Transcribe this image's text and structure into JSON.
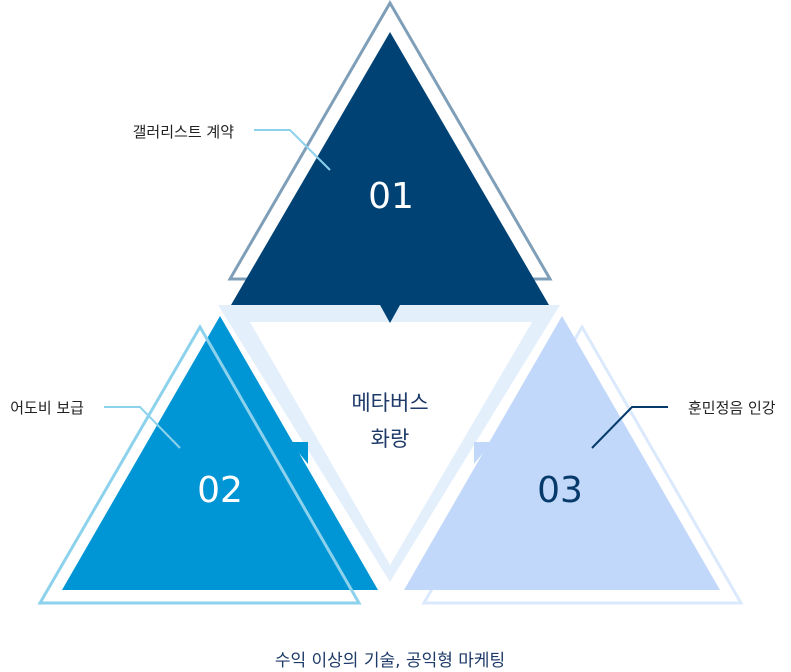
{
  "diagram": {
    "center": {
      "line1": "메타버스",
      "line2": "화랑"
    },
    "top": {
      "number": "01",
      "label": "갤러리스트 계약"
    },
    "left": {
      "number": "02",
      "label": "어도비 보급"
    },
    "right": {
      "number": "03",
      "label": "훈민정음 인강"
    },
    "caption": "수익 이상의 기술, 공익형 마케팅"
  },
  "colors": {
    "top_fill": "#004274",
    "top_outline": "#7f9fb9",
    "left_fill": "#0096d6",
    "left_outline": "#8dd2ed",
    "right_fill": "#c1d8fa",
    "right_outline": "#dbe9fc",
    "right_number": "#053a6a",
    "center_ring": "#e4effc",
    "center_text": "#1e3a68"
  }
}
